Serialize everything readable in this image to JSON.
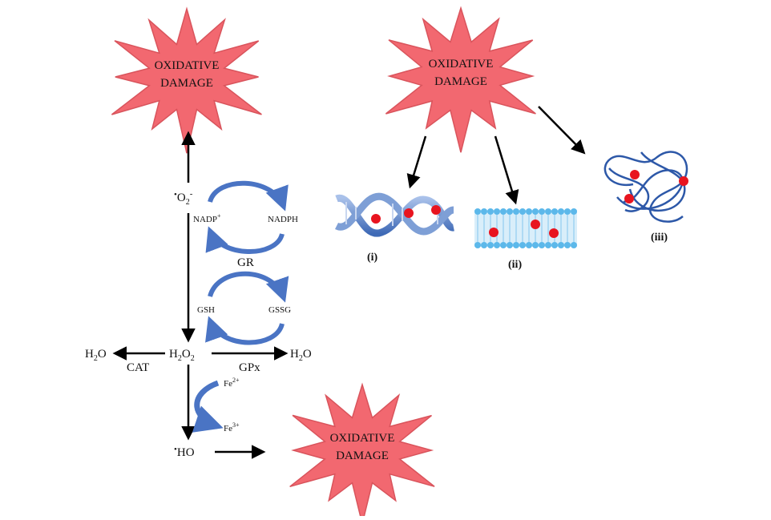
{
  "bursts": {
    "top_left": {
      "line1": "OXIDATIVE",
      "line2": "DAMAGE"
    },
    "top_right": {
      "line1": "OXIDATIVE",
      "line2": "DAMAGE"
    },
    "bottom": {
      "line1": "OXIDATIVE",
      "line2": "DAMAGE"
    }
  },
  "species": {
    "superoxide": "O",
    "superoxide_sub": "2",
    "superoxide_charge": "-",
    "peroxide_h": "H",
    "peroxide_sub": "2",
    "peroxide_o": "O",
    "peroxide_sub2": "2",
    "water": "H",
    "water_sub": "2",
    "water_o": "O",
    "hydroxyl": "HO",
    "radical_dot": "•"
  },
  "cycle1": {
    "left": "NADP",
    "left_sup": "+",
    "right": "NADPH",
    "enzyme": "GR"
  },
  "cycle2": {
    "left": "GSH",
    "right": "GSSG"
  },
  "enzymes": {
    "catalase": "CAT",
    "peroxidase": "GPx"
  },
  "iron": {
    "fe2": "Fe",
    "fe2_sup": "2+",
    "fe3": "Fe",
    "fe3_sup": "3+"
  },
  "targets": {
    "dna": "(i)",
    "membrane": "(ii)",
    "protein": "(iii)"
  },
  "colors": {
    "burst_fill": "#f26870",
    "burst_stroke": "#d9545c",
    "cycle_arrow": "#4a74c4",
    "dna": "#6f93cf",
    "membrane": "#5cb8ea",
    "damage_spot": "#e8141f",
    "protein": "#2d58a8"
  }
}
